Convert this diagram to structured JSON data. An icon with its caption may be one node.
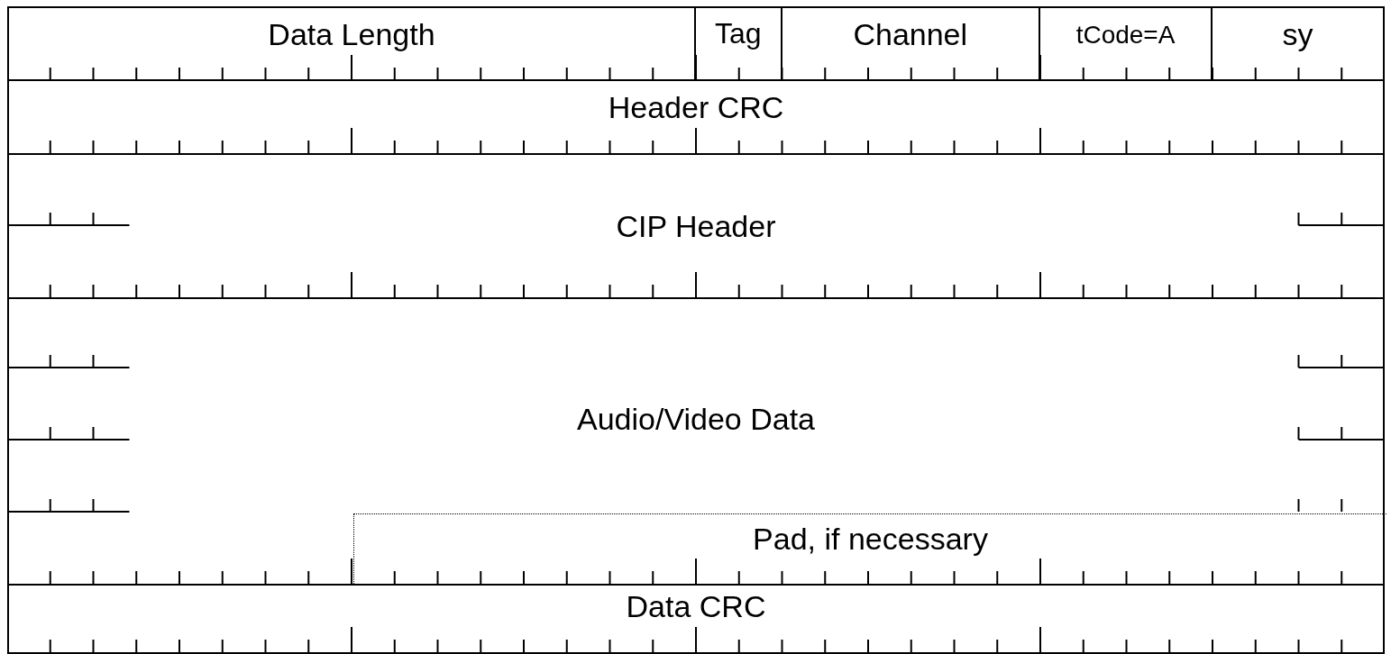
{
  "diagram": {
    "nodes": [
      {
        "text": [
          "Data Length"
        ]
      },
      {
        "text": [
          "Tag"
        ]
      },
      {
        "text": [
          "Channel"
        ]
      },
      {
        "text": [
          "tCode=A"
        ]
      },
      {
        "text": [
          "sy"
        ]
      },
      {
        "text": [
          "Header CRC"
        ]
      },
      {
        "text": [
          "CIP Header"
        ]
      },
      {
        "text": [
          "Audio/Video Data"
        ]
      },
      {
        "text": [
          "Pad, if necessary"
        ],
        "in": 7
      },
      {
        "text": [
          "Data CRC"
        ]
      }
    ]
  }
}
